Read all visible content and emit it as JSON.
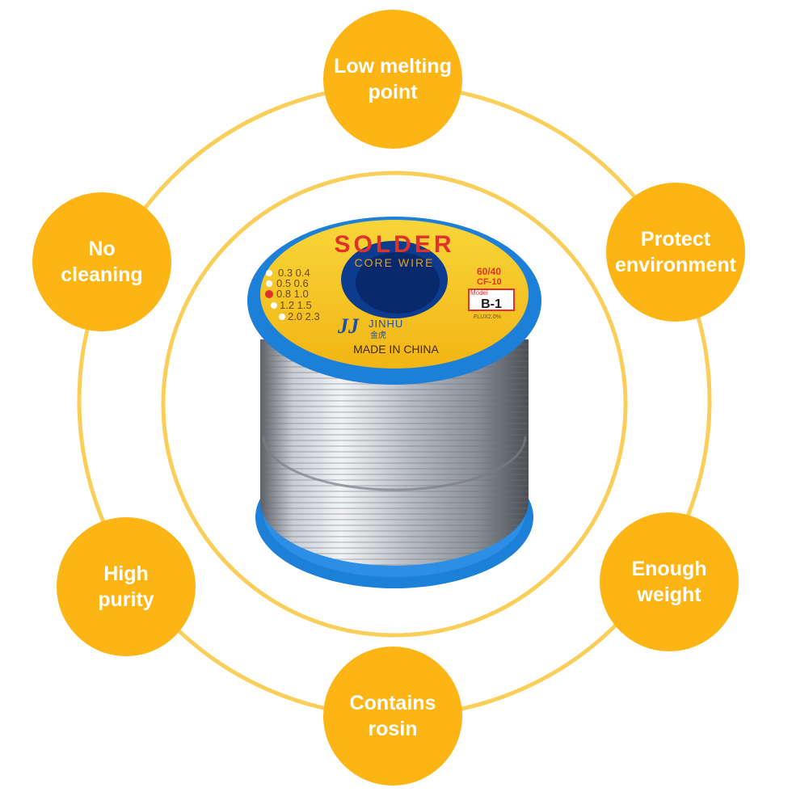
{
  "features": {
    "top": "Low melting\npoint",
    "top_left": "No\ncleaning",
    "top_right": "Protect\nenvironment",
    "bottom_left": "High\npurity",
    "bottom_right": "Enough\nweight",
    "bottom": "Contains\nrosin"
  },
  "spool": {
    "brand_title": "SOLDER",
    "subtitle": "CORE WIRE",
    "diameters": [
      "0.3  0.4",
      "0.5  0.6",
      "0.8  1.0",
      "1.2  1.5",
      "2.0  2.3"
    ],
    "alloy": "60/40",
    "code": "CF-10",
    "model_label": "Model",
    "model": "B-1",
    "flux": "FLUX2.0%",
    "brand": "JINHU",
    "brand_cn": "金虎",
    "origin": "MADE IN CHINA"
  },
  "colors": {
    "accent": "#fcb514",
    "ring": "#f9cf5a",
    "spool_blue": "#1c7fd8",
    "label_yellow": "#f6c21a",
    "label_red": "#e0312a"
  }
}
